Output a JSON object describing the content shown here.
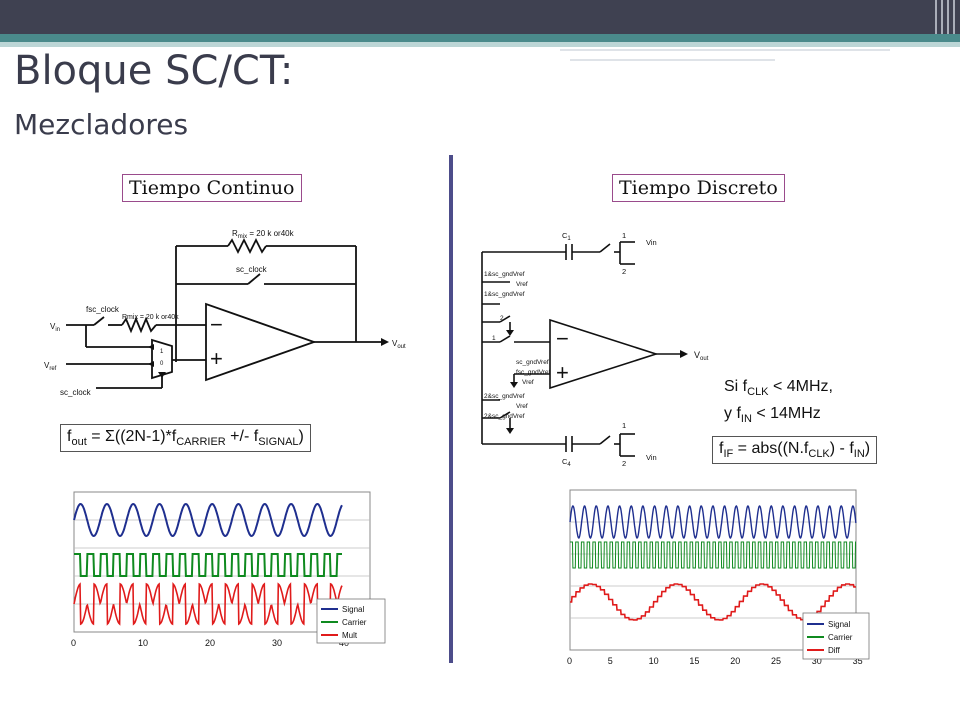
{
  "header": {
    "title": "Bloque SC/CT:",
    "subtitle": "Mezcladores"
  },
  "left": {
    "label": "Tiempo Continuo",
    "formula": {
      "lhs": "f",
      "lhs_sub": "out",
      "eq": " = ",
      "sigma": "Σ",
      "body1": "((2N-1)*f",
      "sub1": "CARRIER",
      "body2": " +/- f",
      "sub2": "SIGNAL",
      "close": ")"
    },
    "circuit": {
      "rmix_top": "R",
      "rmix_top_sub": "mix",
      "rmix_top_val": " = 20 k or40k",
      "sc_clock_top": "sc_clock",
      "fsc_clock": "fsc_clock",
      "rmix_in": "Rmix = 20 k or40k",
      "vin": "V",
      "vin_sub": "in",
      "vref": "V",
      "vref_sub": "ref",
      "vout": "V",
      "vout_sub": "out",
      "sc_clock_bottom": "sc_clock",
      "mux_1": "1",
      "mux_0": "0",
      "minus": "−",
      "plus": "+"
    },
    "plot": {
      "xticks": [
        "0",
        "10",
        "20",
        "30",
        "40"
      ],
      "legend": [
        "Signal",
        "Carrier",
        "Mult"
      ],
      "colors": [
        "#1f2f8f",
        "#0f8a1f",
        "#e01b1b"
      ]
    }
  },
  "right": {
    "label": "Tiempo Discreto",
    "note_line1": "Si f",
    "note_line1_sub": "CLK",
    "note_line1_rest": " < 4MHz,",
    "note_line2": "y f",
    "note_line2_sub": "IN",
    "note_line2_rest": " < 14MHz",
    "formula": {
      "lhs": "f",
      "lhs_sub": "IF",
      "body1": "  = abs((N.f",
      "sub1": "CLK",
      "body2": ") - f",
      "sub2": "IN",
      "close": ")"
    },
    "circuit": {
      "c1": "C",
      "c1_sub": "1",
      "c4": "C",
      "c4_sub": "4",
      "vin_top": "Vin",
      "vin_bottom": "Vin",
      "sw1_top": "1",
      "sw2_top": "2",
      "sw1_bottom": "1",
      "sw2_bottom": "2",
      "gnd1": "1&sc_gndVref",
      "vref1": "Vref",
      "gnd1b": "1&sc_gndVref",
      "sw2_left": "2",
      "sw1_left": "1",
      "gnd2": "sc_gndVref",
      "gnd3": "fsc_gndVref",
      "vref2": "Vref",
      "gnd4": "2&sc_gndVref",
      "vref3": "Vref",
      "gnd5": "2&sc_gndVref",
      "vout": "V",
      "vout_sub": "out",
      "minus": "−",
      "plus": "+"
    },
    "plot": {
      "xticks": [
        "0",
        "5",
        "10",
        "15",
        "20",
        "25",
        "30",
        "35"
      ],
      "legend": [
        "Signal",
        "Carrier",
        "Diff"
      ],
      "colors": [
        "#1f2f8f",
        "#0f8a1f",
        "#e01b1b"
      ]
    }
  }
}
